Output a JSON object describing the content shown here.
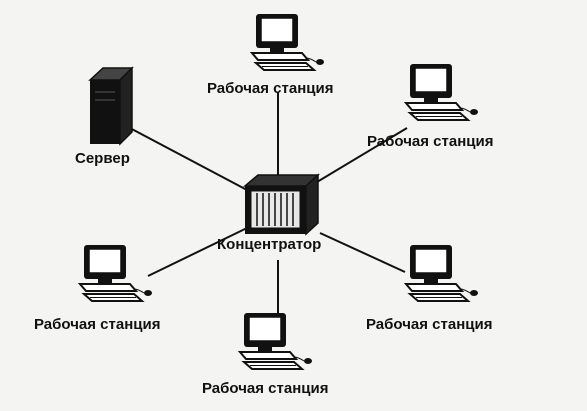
{
  "labels": {
    "server": "Сервер",
    "hub": "Концентратор",
    "ws_top": "Рабочая станция",
    "ws_top_right": "Рабочая станция",
    "ws_left": "Рабочая станция",
    "ws_right": "Рабочая станция",
    "ws_bottom": "Рабочая станция"
  },
  "colors": {
    "ink": "#111111",
    "background": "#f4f4f2",
    "screen": "#ffffff"
  }
}
